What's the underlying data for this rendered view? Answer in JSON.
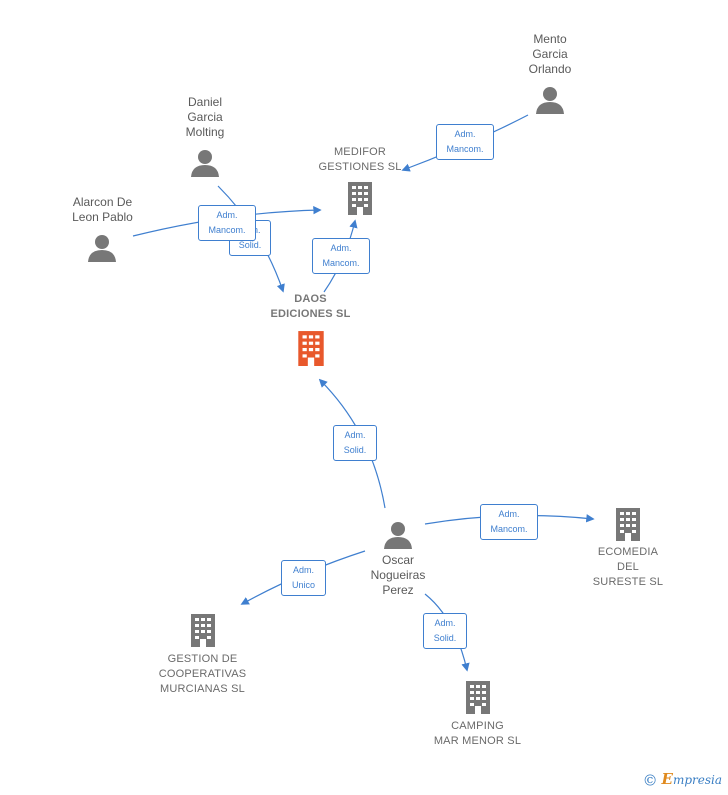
{
  "colors": {
    "edge": "#3f7fcf",
    "person_icon": "#777777",
    "company_icon": "#777777",
    "main_company_icon": "#e8582c",
    "label_text": "#5a5a5a",
    "brand_blue": "#3b7fc4",
    "brand_orange": "#e08a1e"
  },
  "people": {
    "mento": {
      "name": "Mento\nGarcia\nOrlando",
      "icon": "person-icon"
    },
    "daniel": {
      "name": "Daniel\nGarcia\nMolting",
      "icon": "person-icon"
    },
    "alarcon": {
      "name": "Alarcon De\nLeon Pablo",
      "icon": "person-icon"
    },
    "oscar": {
      "name": "Oscar\nNogueiras\nPerez",
      "icon": "person-icon"
    }
  },
  "companies": {
    "medifor": {
      "name": "MEDIFOR\nGESTIONES SL",
      "icon": "building-icon"
    },
    "daos": {
      "name": "DAOS\nEDICIONES SL",
      "icon": "building-icon"
    },
    "ecomedia": {
      "name": "ECOMEDIA\nDEL\nSURESTE SL",
      "icon": "building-icon"
    },
    "gestion": {
      "name": "GESTION DE\nCOOPERATIVAS\nMURCIANAS SL",
      "icon": "building-icon"
    },
    "camping": {
      "name": "CAMPING\nMAR MENOR SL",
      "icon": "building-icon"
    }
  },
  "edges": {
    "mento_medifor": "Adm.\nMancom.",
    "alarcon_medifor": "Adm.\nMancom.",
    "daniel_daos": "Adm.\nSolid.",
    "daos_medifor": "Adm.\nMancom.",
    "oscar_daos": "Adm.\nSolid.",
    "oscar_ecomedia": "Adm.\nMancom.",
    "oscar_gestion": "Adm.\nUnico",
    "oscar_camping": "Adm.\nSolid."
  },
  "brand": {
    "copyright": "©",
    "initial": "E",
    "rest": "mpresia"
  }
}
